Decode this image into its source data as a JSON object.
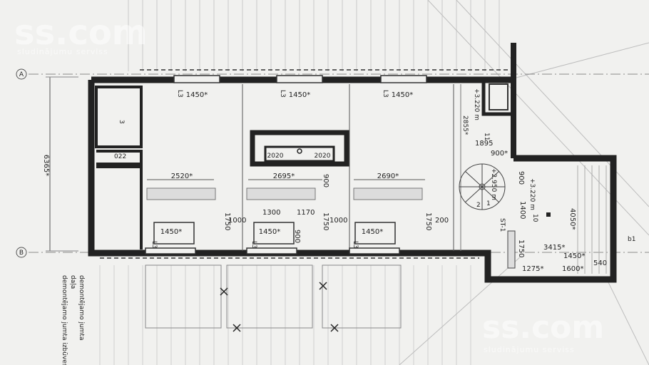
{
  "watermark": {
    "brand": "ss.com",
    "tagline": "sludinājumu serviss"
  },
  "grid_axes": {
    "top": "A",
    "bottom": "B"
  },
  "overall_height": "6365*",
  "rooms": {
    "closet_number": "3",
    "closet_tag": "022",
    "stair_number": "11",
    "landing_number": "10",
    "column_tag": "ST-1",
    "stair_steps": [
      "1",
      "2"
    ],
    "side_cut": "b1"
  },
  "openings": {
    "top_windows": [
      "1450*",
      "1450*",
      "1450*"
    ],
    "top_window_tags": [
      "L3",
      "L3",
      "L3"
    ],
    "bottom_windows": [
      "1450*",
      "1450*",
      "1450*"
    ],
    "bottom_window_tags": [
      "L3",
      "L3",
      "L3"
    ]
  },
  "dimensions": {
    "room_width_left": "2520*",
    "room_width_center": "2695*",
    "room_width_right": "2690*",
    "d1750_left": "1750",
    "d1000_left": "1000",
    "d1300": "1300",
    "d1170": "1170",
    "d1750_center": "1750",
    "d1000_center": "1000",
    "d1750_right": "1750",
    "d200": "200",
    "d900_top": "900",
    "d900_bottom": "900",
    "island_left": "2020",
    "island_right": "2020",
    "stair_height_mark": "+3.220 m",
    "stair_len": "2855*",
    "stair_width": "1895",
    "stair_900": "900*",
    "stair_level": "+2.950 m",
    "landing_height_mark": "+3.220 m",
    "landing_900": "900",
    "landing_1400": "1400",
    "landing_1750": "1750",
    "landing_4050": "4050*",
    "bottom_3415": "3415*",
    "bottom_1450": "1450*",
    "bottom_1275": "1275*",
    "bottom_1600": "1600*",
    "bottom_540": "540"
  },
  "notes": {
    "rotated_lines": [
      "demontējamo jumta izbūves daļa",
      "daļa",
      "demontējamo jumta"
    ]
  }
}
